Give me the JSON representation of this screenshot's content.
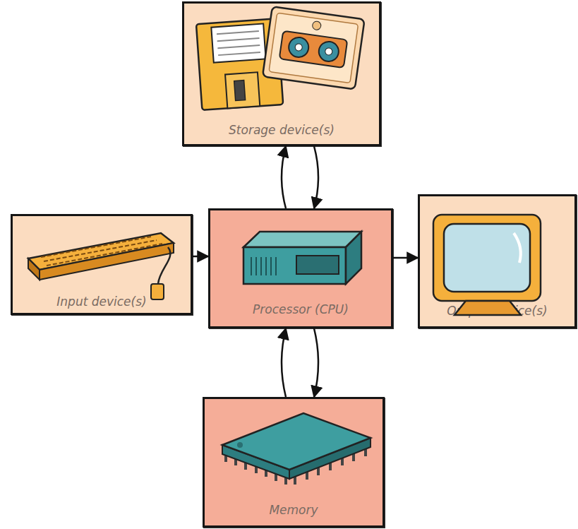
{
  "diagram": {
    "nodes": [
      {
        "text": [
          "Storage device(s)"
        ]
      },
      {
        "text": [
          "Input device(s)"
        ]
      },
      {
        "text": [
          "Processor (CPU)"
        ]
      },
      {
        "text": [
          "Output device(s)"
        ]
      },
      {
        "text": [
          "Memory"
        ]
      }
    ],
    "edges": [
      {
        "from": 1,
        "to": 2,
        "arrow": "to"
      },
      {
        "from": 2,
        "to": 3,
        "arrow": "to"
      },
      {
        "from": 2,
        "to": 0,
        "arrow": "to"
      },
      {
        "from": 0,
        "to": 2,
        "arrow": "to"
      },
      {
        "from": 4,
        "to": 2,
        "arrow": "to"
      },
      {
        "from": 2,
        "to": 4,
        "arrow": "to"
      }
    ]
  }
}
